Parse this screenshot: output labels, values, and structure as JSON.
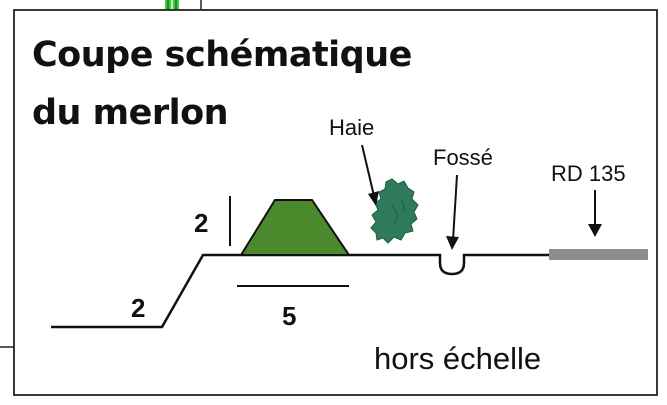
{
  "title": {
    "line1": "Coupe schématique",
    "line2": "du merlon"
  },
  "labels": {
    "haie": "Haie",
    "fosse": "Fossé",
    "road": "RD 135"
  },
  "dimensions": {
    "merlon_height": "2",
    "slope_height": "2",
    "merlon_base": "5"
  },
  "scale_note": "hors échelle",
  "colors": {
    "merlon_fill": "#4a8a2c",
    "hedge_fill": "#2f7a5a",
    "road_fill": "#8c8c8c",
    "frame": "#222222",
    "decor_green": "#3ccc3c"
  }
}
